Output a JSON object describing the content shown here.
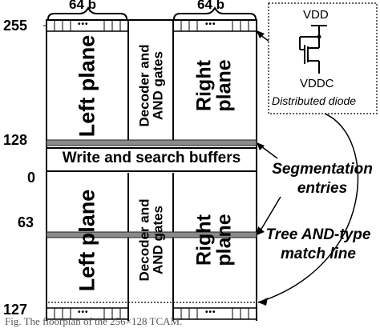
{
  "bit_widths": {
    "left": "64 b",
    "right": "64 b"
  },
  "row_labels": {
    "r255": "255",
    "r128": "128",
    "r0": "0",
    "r63": "63",
    "r127": "127"
  },
  "planes": {
    "left_top": "Left plane",
    "decoder_top": "Decoder and\nAND gates",
    "right_top": "Right\nplane",
    "left_bottom": "Left plane",
    "decoder_bottom": "Decoder and\nAND gates",
    "right_bottom": "Right\nplane"
  },
  "buffers": "Write and search buffers",
  "dots": "•••",
  "inset": {
    "vdd": "VDD",
    "vddc": "VDDC",
    "caption": "Distributed diode"
  },
  "annotations": {
    "segmentation_line1": "Segmentation",
    "segmentation_line2": "entries",
    "tree_line1": "Tree AND-type",
    "tree_line2": "match line"
  },
  "caption": "Fig. The floorplan of the 256×128 TCAM."
}
